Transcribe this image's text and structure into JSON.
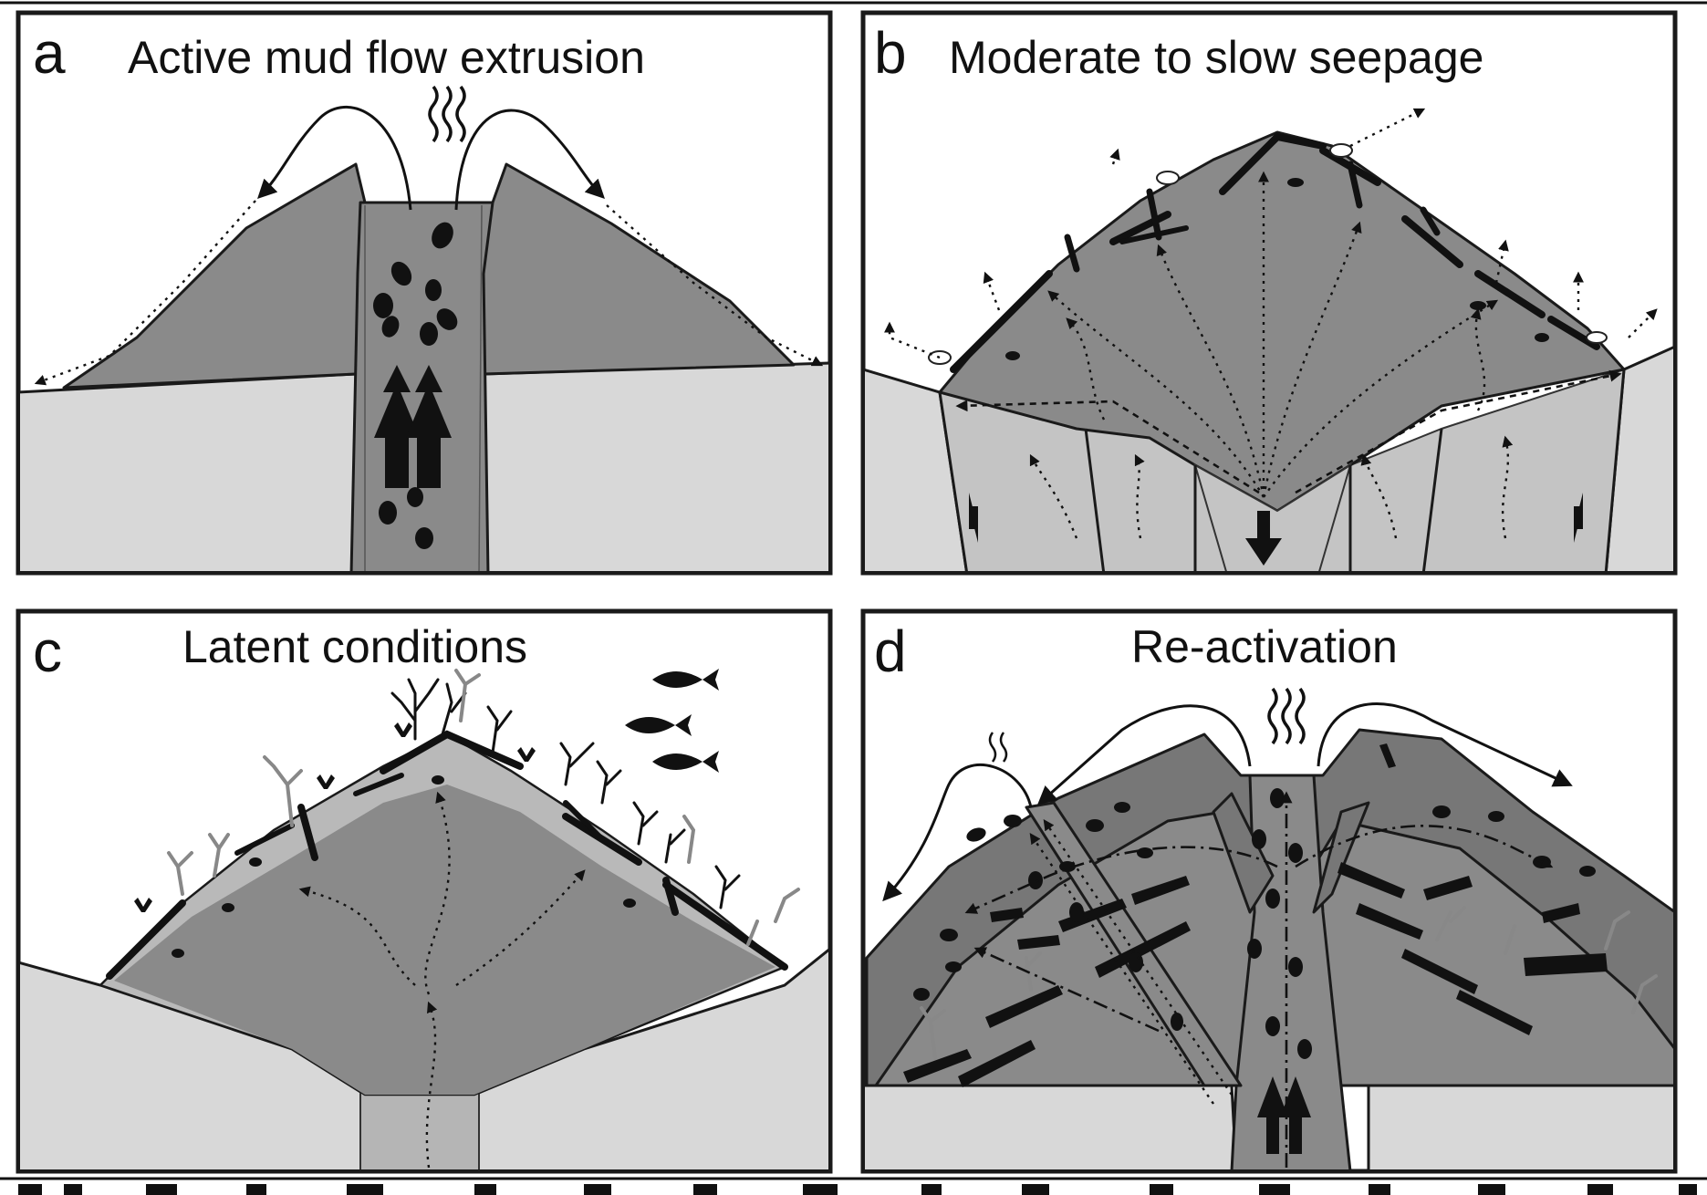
{
  "panels": [
    {
      "letter": "a",
      "title": "Active mud flow extrusion"
    },
    {
      "letter": "b",
      "title": "Moderate to slow seepage"
    },
    {
      "letter": "c",
      "title": "Latent conditions"
    },
    {
      "letter": "d",
      "title": "Re-activation"
    }
  ],
  "colors": {
    "mud": "#8a8a8a",
    "seabed": "#d8d8d8",
    "outline": "#1a1a1a",
    "background": "#ffffff"
  }
}
